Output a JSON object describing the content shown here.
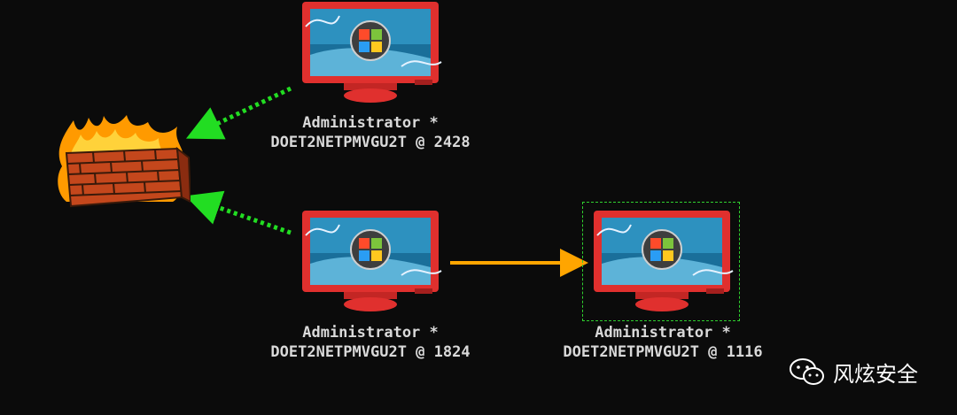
{
  "graph": {
    "nodes": [
      {
        "id": "beacon-2428",
        "user": "Administrator *",
        "host_pid": "DOET2NETPMVGU2T @ 2428"
      },
      {
        "id": "beacon-1824",
        "user": "Administrator *",
        "host_pid": "DOET2NETPMVGU2T @ 1824"
      },
      {
        "id": "beacon-1116",
        "user": "Administrator *",
        "host_pid": "DOET2NETPMVGU2T @ 1116",
        "selected": true
      }
    ],
    "firewall": {
      "icon": "firewall-icon"
    },
    "colors": {
      "background": "#0b0b0b",
      "egress_link": "#22dd22",
      "pivot_link": "#ffa500",
      "selection": "#2fd12f",
      "monitor_frame": "#e0302e"
    }
  },
  "watermark": {
    "text": "风炫安全",
    "icon": "wechat-icon"
  }
}
